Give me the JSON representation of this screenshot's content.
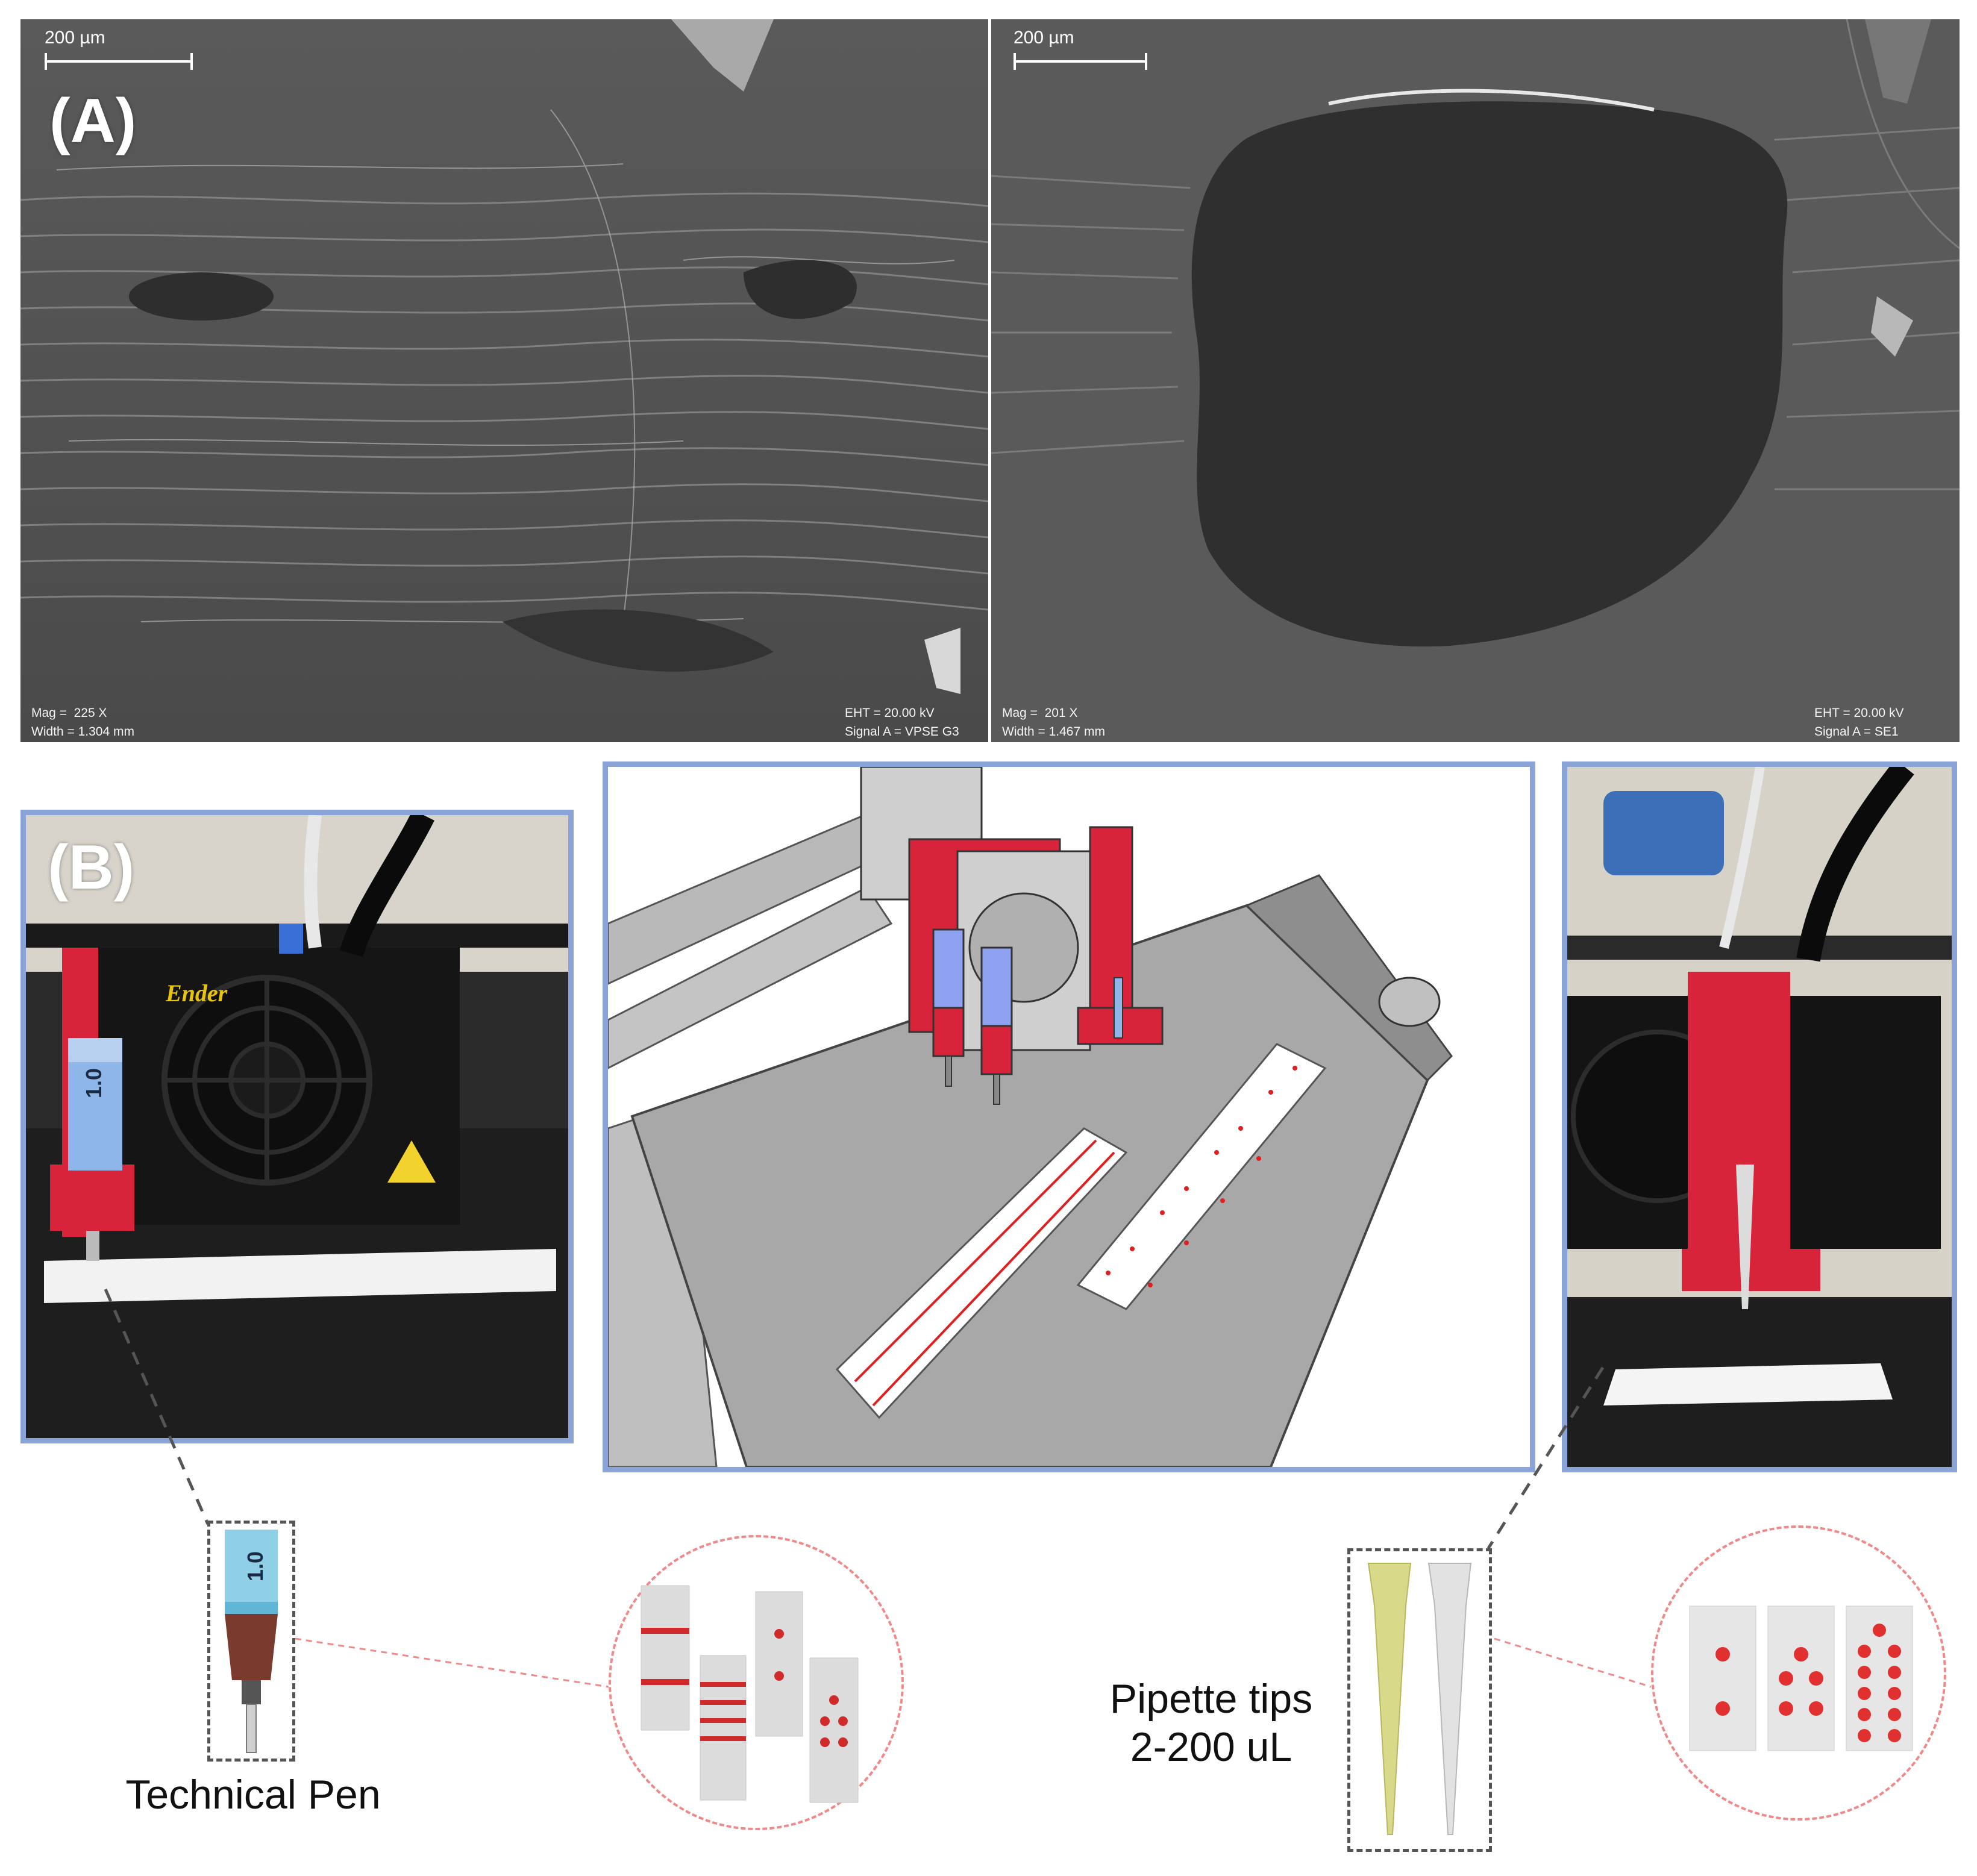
{
  "panel_a": {
    "label": "(A)",
    "left_image": {
      "scale_label": "200 µm",
      "meta_left": "Mag =  225 X\nWidth = 1.304 mm",
      "meta_right": "EHT = 20.00 kV\nSignal A = VPSE G3"
    },
    "right_image": {
      "scale_label": "200 µm",
      "meta_left": "Mag =  201 X\nWidth = 1.467 mm",
      "meta_right": "EHT = 20.00 kV\nSignal A = SE1"
    }
  },
  "panel_b": {
    "label": "(B)",
    "brand_text": "Ender",
    "pen_size_text": "1.0",
    "pen_caption": "Technical Pen",
    "pipette_caption_line1": "Pipette tips",
    "pipette_caption_line2": "2-200 uL"
  },
  "colors": {
    "frame_border": "#8aa4d8",
    "holder_red": "#d8243a",
    "dot_red": "#e03030",
    "zoom_dash": "#f08a8a"
  }
}
